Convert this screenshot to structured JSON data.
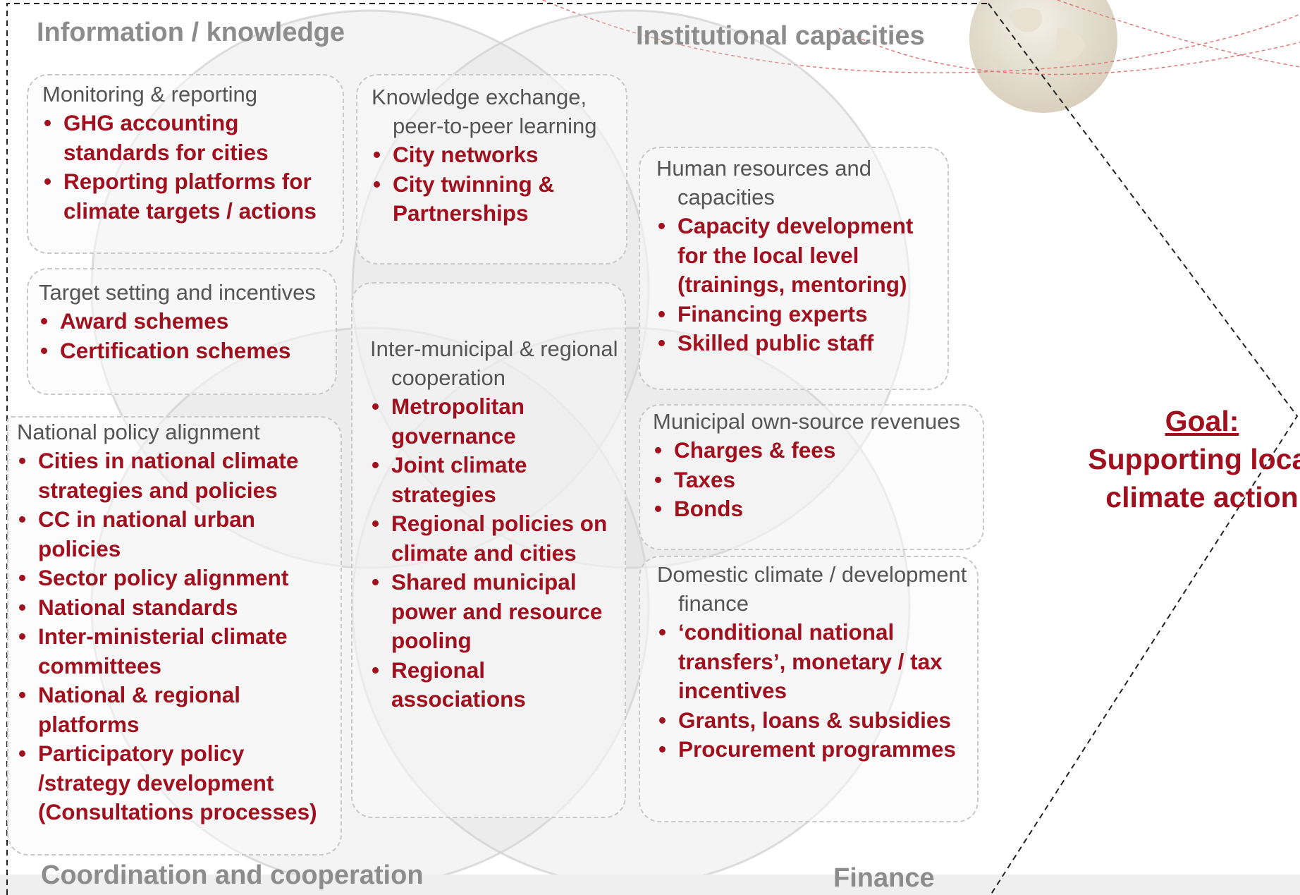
{
  "quadrants": {
    "info": "Information / knowledge",
    "institutional": "Institutional capacities",
    "coordination": "Coordination and cooperation",
    "finance": "Finance"
  },
  "boxes": {
    "monitoring": {
      "title": "Monitoring & reporting",
      "items": [
        "GHG accounting standards for cities",
        "Reporting platforms for climate targets / actions"
      ]
    },
    "knowledge": {
      "title": "Knowledge exchange, peer-to-peer learning",
      "items": [
        "City networks",
        "City twinning & Partnerships"
      ]
    },
    "target": {
      "title": "Target setting and incentives",
      "items": [
        "Award schemes",
        "Certification schemes"
      ]
    },
    "human": {
      "title": "Human resources and capacities",
      "items": [
        "Capacity development for the local level (trainings, mentoring)",
        "Financing experts",
        "Skilled public staff"
      ]
    },
    "intermunicipal": {
      "title": "Inter-municipal & regional cooperation",
      "items": [
        "Metropolitan governance",
        "Joint climate strategies",
        "Regional policies on climate and cities",
        "Shared municipal power and resource pooling",
        "Regional associations"
      ]
    },
    "national": {
      "title": "National policy alignment",
      "items": [
        "Cities in national climate strategies and policies",
        "CC in national urban policies",
        "Sector policy alignment",
        "National standards",
        "Inter-ministerial climate committees",
        "National & regional platforms",
        "Participatory policy /strategy development (Consultations processes)"
      ]
    },
    "municipal": {
      "title": "Municipal own-source revenues",
      "items": [
        "Charges & fees",
        "Taxes",
        "Bonds"
      ]
    },
    "domestic": {
      "title": "Domestic climate / development finance",
      "items": [
        "‘conditional national transfers’, monetary / tax incentives",
        "Grants, loans & subsidies",
        "Procurement programmes"
      ]
    }
  },
  "goal": {
    "label": "Goal:",
    "text": "Supporting local climate action"
  },
  "colors": {
    "item_text": "#a0101e",
    "heading_text": "#555555",
    "quadrant_label": "#8c8c8c"
  }
}
